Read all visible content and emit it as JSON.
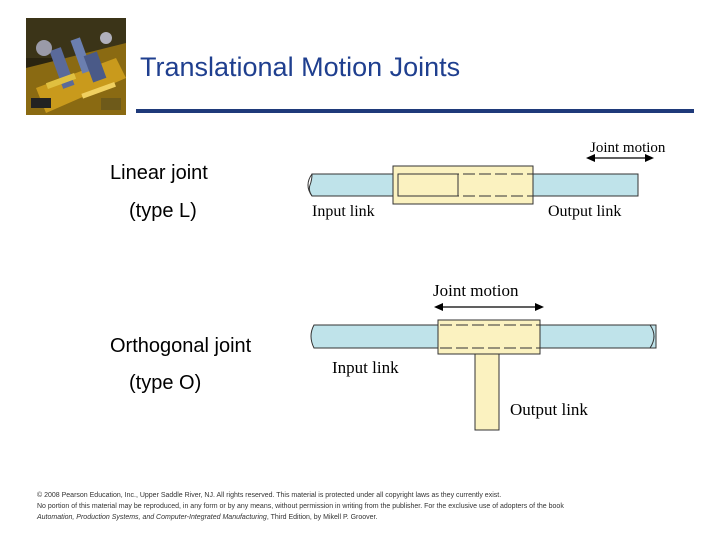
{
  "slide": {
    "title": "Translational Motion Joints"
  },
  "joints": [
    {
      "name": "Linear joint",
      "type": "(type L)"
    },
    {
      "name": "Orthogonal joint",
      "type": "(type O)"
    }
  ],
  "figure_linear": {
    "joint_motion": "Joint motion",
    "input_link": "Input link",
    "output_link": "Output link"
  },
  "figure_orthogonal": {
    "joint_motion": "Joint motion",
    "input_link": "Input link",
    "output_link": "Output link"
  },
  "footer": {
    "line1": "© 2008 Pearson Education, Inc., Upper Saddle River, NJ. All rights reserved. This material is protected under all copyright laws as they currently exist.",
    "line2": "No portion of this material may be reproduced, in any form or by any means, without permission in writing from the publisher. For the exclusive use of adopters of the book",
    "book_title": "Automation, Production Systems, and Computer-Integrated Manufacturing",
    "line3_rest": ", Third Edition, by Mikell P. Groover."
  },
  "colors": {
    "title": "#1f3f8f",
    "rule": "#1f3a7a",
    "link_fill": "#bfe3ea",
    "joint_fill": "#fbf2c0"
  }
}
